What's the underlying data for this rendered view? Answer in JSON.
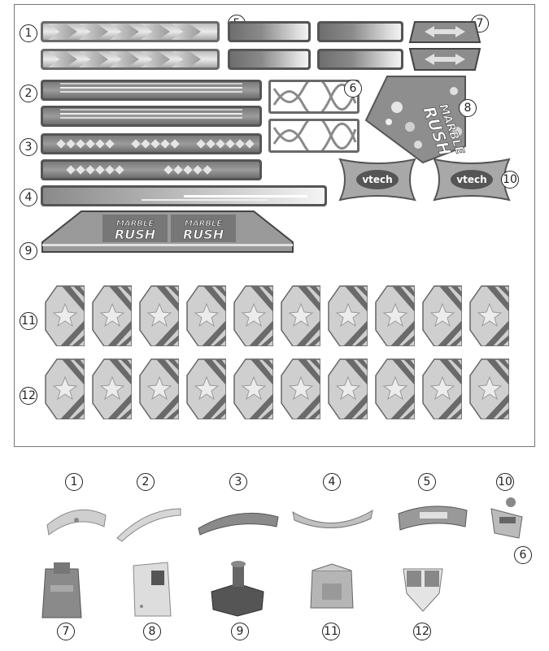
{
  "sheet": {
    "labels": [
      "1",
      "2",
      "3",
      "4",
      "5",
      "6",
      "7",
      "8",
      "9",
      "10",
      "11",
      "12"
    ],
    "logo_text": {
      "line1": "MARBLE",
      "line2": "RUSH"
    },
    "brand": "vtech",
    "star_rows": {
      "row11": 10,
      "row12": 10
    }
  },
  "parts": {
    "labels": [
      "1",
      "2",
      "3",
      "4",
      "5",
      "10",
      "6",
      "7",
      "8",
      "9",
      "11",
      "12"
    ]
  },
  "colors": {
    "dark": "#555555",
    "mid": "#9a9a9a",
    "light": "#e6e6e6",
    "outline": "#222222"
  }
}
